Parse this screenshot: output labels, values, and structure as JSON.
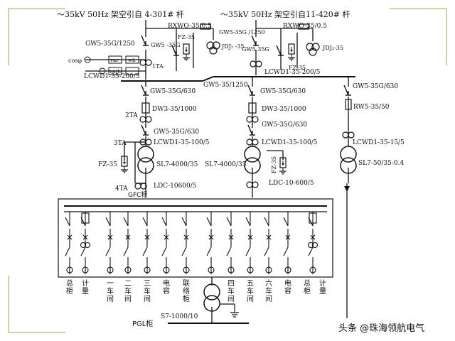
{
  "diagram": {
    "incoming_left": "～35kV 50Hz 架空引自 4-301# 杆",
    "incoming_right": "～35kV 50Hz 架空引自11-420# 杆",
    "left_feeder": {
      "rxwo": "RXWO-35/0.5",
      "fz": "FZ-35",
      "gw_top": "GW5-35G/1250",
      "gw_pt": "GW5 -35G",
      "jdj": "JDJ₂ -35",
      "ta": "1TA",
      "cosphi": "cosφ",
      "meter_var": "var",
      "meter_wh": "wh",
      "meter_varh": "varh"
    },
    "right_feeder": {
      "rxwo": "RXWO-35/0.5",
      "gw_top": "GW5-35G /1250",
      "gw_pt": "GW5 35G",
      "jdj": "JDJ₂-35",
      "fz": "FZ-35"
    },
    "bus": {
      "lcwd_left": "LCWD1-35-200/5",
      "lcwd_right": "LCWD1-35-200/5",
      "tie_switch": "GW5-35/1250"
    },
    "t1": {
      "gw_upper": "GW5-35G/630",
      "ta2": "2TA",
      "breaker": "DW3-35/1000",
      "gw_lower": "GW5-35G/630",
      "ta3": "3TA",
      "lcwd": "LCWD1-35-100/5",
      "fz": "FZ-35",
      "transformer": "SL7-4000/35",
      "ta4": "4TA",
      "ldc": "LDC-10600/5",
      "gfc": "GFC柜"
    },
    "t2": {
      "gw_upper": "GW5-35G/630",
      "breaker": "DW3-35/1000",
      "gw_lower": "GW5-35G/630",
      "lcwd": "LCWD1-35-100/5",
      "transformer": "SL7-4000/35",
      "fz": "FZ-35",
      "ldc": "LDC-10-600/5"
    },
    "aux": {
      "gw": "GW5-35G/630",
      "rw": "RW5-35/50",
      "lcwd": "LCWD1-35-15/5",
      "transformer": "SL7-50/35-0.4"
    },
    "cabinets": [
      "总柜",
      "计量",
      "一车间",
      "二车间",
      "三车间",
      "电容",
      "联络柜",
      "四车间",
      "五车间",
      "六车间",
      "电容",
      "总柜",
      "计量"
    ],
    "pgl": "PGL柜",
    "s7": "S7-1000/10",
    "watermark": "头条 @珠海领航电气"
  }
}
